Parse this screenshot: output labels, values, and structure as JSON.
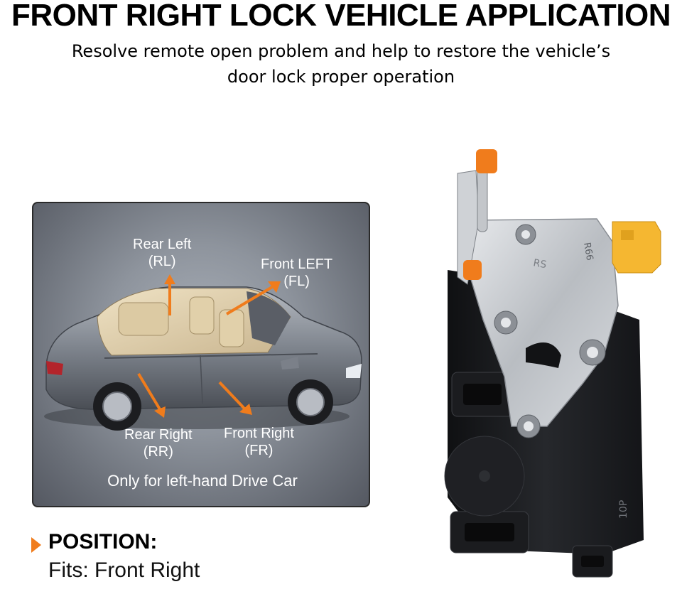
{
  "header": {
    "title": "FRONT RIGHT LOCK VEHICLE APPLICATION",
    "subtitle_line1": "Resolve remote open problem and help to restore the vehicle’s",
    "subtitle_line2": "door lock proper operation"
  },
  "diagram": {
    "labels": {
      "rear_left": {
        "name": "Rear Left",
        "code": "(RL)"
      },
      "front_left": {
        "name": "Front LEFT",
        "code": "(FL)"
      },
      "rear_right": {
        "name": "Rear Right",
        "code": "(RR)"
      },
      "front_right": {
        "name": "Front Right",
        "code": "(FR)"
      }
    },
    "note": "Only for left-hand Drive Car",
    "arrow_color": "#f07c1c"
  },
  "position": {
    "label": "POSITION:",
    "fits": "Fits: Front Right"
  },
  "product": {
    "housing_marking": "10P",
    "plate_markings": [
      "RS",
      "R66"
    ]
  },
  "colors": {
    "accent": "#f07c1c",
    "connector": "#f5b731",
    "housing": "#1d1e21",
    "plate": "#c9ccd0"
  }
}
